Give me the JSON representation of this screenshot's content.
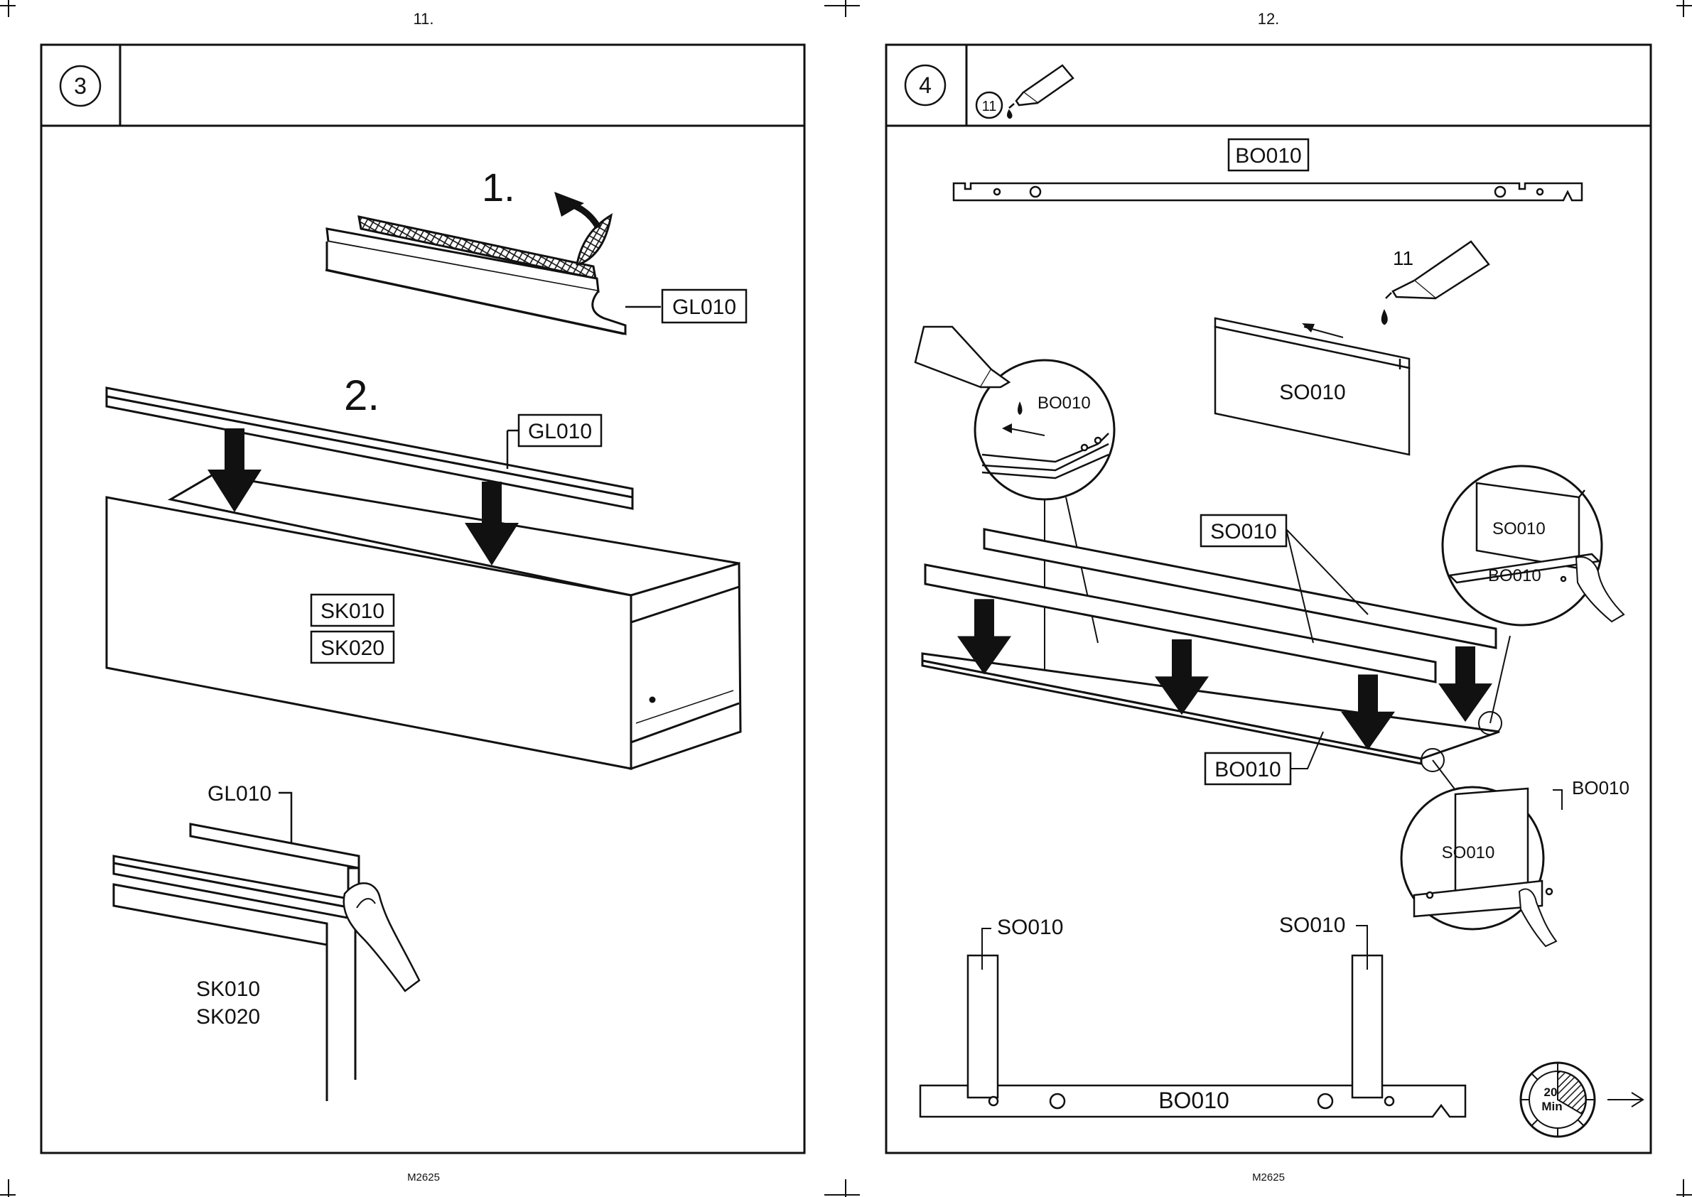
{
  "left_page": {
    "page_number": "11.",
    "footer_code": "M2625",
    "step": {
      "number": "3",
      "sub1": "1.",
      "sub2": "2.",
      "label_gl_top": "GL010",
      "label_gl_mid": "GL010",
      "label_sk010": "SK010",
      "label_sk020": "SK020",
      "label_gl_detail": "GL010",
      "label_sk010_detail": "SK010",
      "label_sk020_detail": "SK020"
    }
  },
  "right_page": {
    "page_number": "12.",
    "footer_code": "M2625",
    "step": {
      "number": "4",
      "glue_ref": "11",
      "glue_number": "11",
      "label_bo_top": "BO010",
      "label_so_tube": "SO010",
      "label_bo_zoom": "BO010",
      "label_so_main": "SO010",
      "label_zoom_tr_so": "SO010",
      "label_zoom_tr_bo": "BO010",
      "label_bo_main": "BO010",
      "label_zoom_br_bo": "BO010",
      "label_zoom_br_so": "SO010",
      "label_so_bottom_left": "SO010",
      "label_so_bottom_right": "SO010",
      "label_bo_bottom": "BO010",
      "timer_value": "20",
      "timer_unit": "Min"
    }
  },
  "icons": [
    "glue-tube-icon",
    "down-arrow-icon",
    "hand-icon",
    "timer-icon",
    "next-arrow-icon"
  ]
}
